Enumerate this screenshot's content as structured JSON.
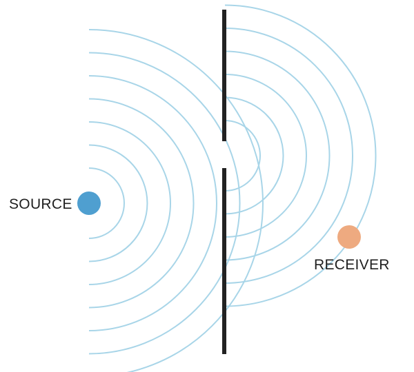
{
  "source": {
    "label": "SOURCE",
    "color": "#4f9fd0"
  },
  "receiver": {
    "label": "RECEIVER",
    "color": "#eeaa80"
  },
  "colors": {
    "wave": "#a8d5e8",
    "barrier": "#222222",
    "text": "#1f1f1f"
  },
  "incident_wave_count": 7,
  "diffracted_wave_count": 6
}
